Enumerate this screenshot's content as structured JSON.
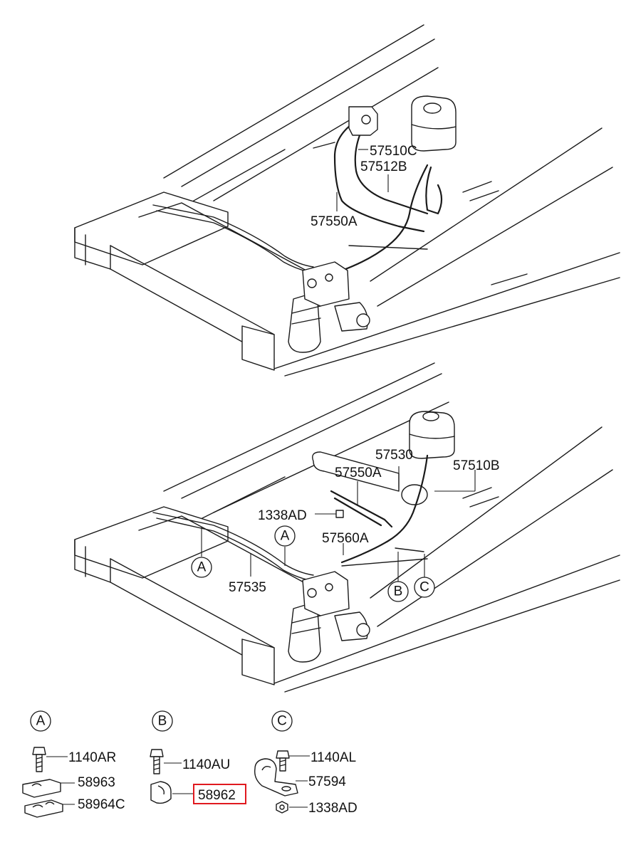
{
  "upper_view": {
    "labels": {
      "hose_c": "57510C",
      "hose_b": "57512B",
      "hose_a": "57550A"
    }
  },
  "lower_view": {
    "labels": {
      "reservoir_clamp": "57530",
      "hose_b": "57510B",
      "hose_a": "57550A",
      "nut": "1338AD",
      "tube": "57560A",
      "tube_main": "57535"
    },
    "callouts": {
      "a1": "A",
      "a2": "A",
      "b": "B",
      "c": "C"
    }
  },
  "details": {
    "a": {
      "callout": "A",
      "bolt": "1140AR",
      "clamp_upper": "58963",
      "clamp_lower": "58964C"
    },
    "b": {
      "callout": "B",
      "bolt": "1140AU",
      "clamp": "58962"
    },
    "c": {
      "callout": "C",
      "bolt": "1140AL",
      "bracket": "57594",
      "nut": "1338AD"
    }
  },
  "highlight": {
    "part": "58962",
    "color": "#e0191f"
  }
}
